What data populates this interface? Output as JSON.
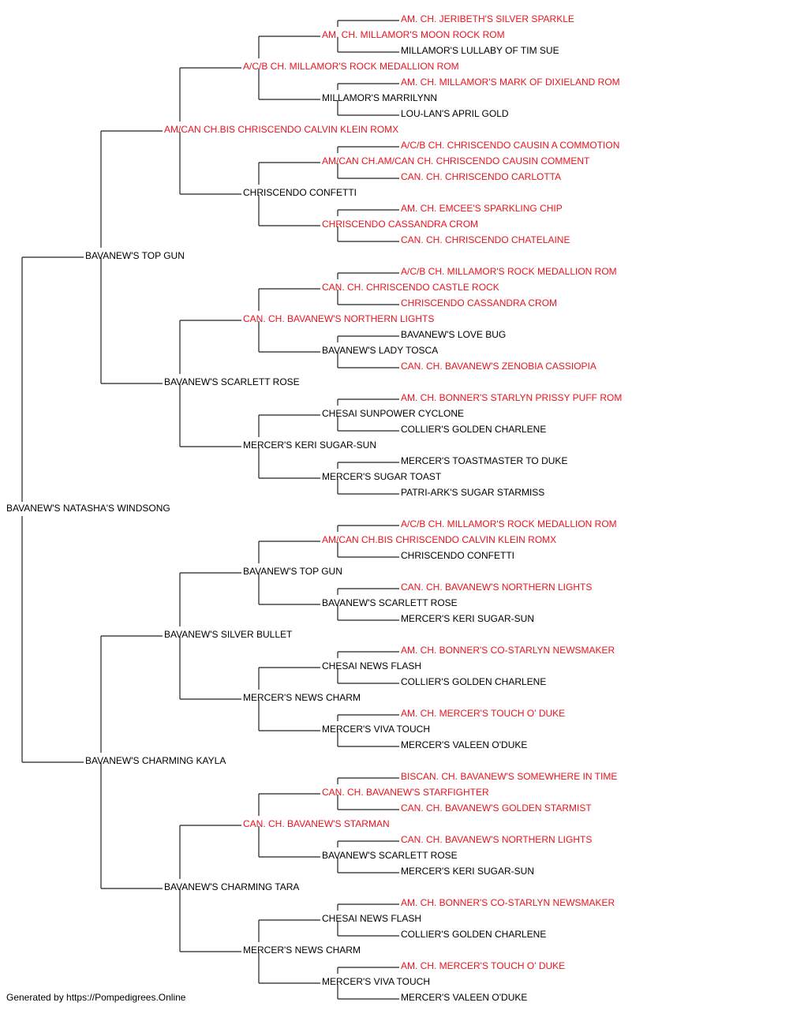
{
  "colors": {
    "champion": "#e8141e",
    "normal": "#000000",
    "lines": "#222222"
  },
  "pedigree": [
    [
      "BAVANEW'S NATASHA'S WINDSONG"
    ],
    [
      "BAVANEW'S TOP GUN",
      "BAVANEW'S CHARMING KAYLA"
    ],
    [
      "AM/CAN CH.BIS CHRISCENDO CALVIN KLEIN ROMX",
      "BAVANEW'S SCARLETT ROSE",
      "BAVANEW'S SILVER BULLET",
      "BAVANEW'S CHARMING TARA"
    ],
    [
      "A/C/B CH. MILLAMOR'S ROCK MEDALLION ROM",
      "CHRISCENDO CONFETTI",
      "CAN. CH. BAVANEW'S NORTHERN LIGHTS",
      "MERCER'S KERI SUGAR-SUN",
      "BAVANEW'S TOP GUN",
      "MERCER'S NEWS CHARM",
      "CAN. CH. BAVANEW'S STARMAN",
      "MERCER'S NEWS CHARM"
    ],
    [
      "AM. CH. MILLAMOR'S MOON ROCK ROM",
      "MILLAMOR'S MARRILYNN",
      "AM/CAN CH.AM/CAN CH. CHRISCENDO CAUSIN COMMENT",
      "CHRISCENDO CASSANDRA CROM",
      "CAN. CH. CHRISCENDO CASTLE ROCK",
      "BAVANEW'S LADY TOSCA",
      "CHESAI SUNPOWER CYCLONE",
      "MERCER'S SUGAR TOAST",
      "AM/CAN CH.BIS CHRISCENDO CALVIN KLEIN ROMX",
      "BAVANEW'S SCARLETT ROSE",
      "CHESAI NEWS FLASH",
      "MERCER'S VIVA TOUCH",
      "CAN. CH. BAVANEW'S STARFIGHTER",
      "BAVANEW'S SCARLETT ROSE",
      "CHESAI NEWS FLASH",
      "MERCER'S VIVA TOUCH"
    ],
    [
      "AM. CH. JERIBETH'S SILVER SPARKLE",
      "MILLAMOR'S LULLABY OF TIM SUE",
      "AM. CH. MILLAMOR'S MARK OF DIXIELAND ROM",
      "LOU-LAN'S APRIL GOLD",
      "A/C/B CH. CHRISCENDO CAUSIN A COMMOTION",
      "CAN. CH. CHRISCENDO CARLOTTA",
      "AM. CH. EMCEE'S SPARKLING CHIP",
      "CAN. CH. CHRISCENDO CHATELAINE",
      "A/C/B CH. MILLAMOR'S ROCK MEDALLION ROM",
      "CHRISCENDO CASSANDRA CROM",
      "BAVANEW'S LOVE BUG",
      "CAN. CH. BAVANEW'S ZENOBIA CASSIOPIA",
      "AM. CH. BONNER'S STARLYN PRISSY PUFF ROM",
      "COLLIER'S GOLDEN CHARLENE",
      "MERCER'S TOASTMASTER TO DUKE",
      "PATRI-ARK'S SUGAR STARMISS",
      "A/C/B CH. MILLAMOR'S ROCK MEDALLION ROM",
      "CHRISCENDO CONFETTI",
      "CAN. CH. BAVANEW'S NORTHERN LIGHTS",
      "MERCER'S KERI SUGAR-SUN",
      "AM. CH. BONNER'S CO-STARLYN NEWSMAKER",
      "COLLIER'S GOLDEN CHARLENE",
      "AM. CH. MERCER'S TOUCH O' DUKE",
      "MERCER'S VALEEN O'DUKE",
      "BISCAN. CH. BAVANEW'S SOMEWHERE IN TIME",
      "CAN. CH. BAVANEW'S GOLDEN STARMIST",
      "CAN. CH. BAVANEW'S NORTHERN LIGHTS",
      "MERCER'S KERI SUGAR-SUN",
      "AM. CH. BONNER'S CO-STARLYN NEWSMAKER",
      "COLLIER'S GOLDEN CHARLENE",
      "AM. CH. MERCER'S TOUCH O' DUKE",
      "MERCER'S VALEEN O'DUKE"
    ]
  ],
  "champions": [
    [
      false
    ],
    [
      false,
      false
    ],
    [
      true,
      false,
      false,
      false
    ],
    [
      true,
      false,
      true,
      false,
      false,
      false,
      true,
      false
    ],
    [
      true,
      false,
      true,
      true,
      true,
      false,
      false,
      false,
      true,
      false,
      false,
      false,
      true,
      false,
      false,
      false
    ],
    [
      true,
      false,
      true,
      false,
      true,
      true,
      true,
      true,
      true,
      true,
      false,
      true,
      true,
      false,
      false,
      false,
      true,
      false,
      true,
      false,
      true,
      false,
      true,
      false,
      true,
      true,
      true,
      false,
      true,
      false,
      true,
      false
    ]
  ],
  "footer": "Generated by https://Pompedigrees.Online"
}
